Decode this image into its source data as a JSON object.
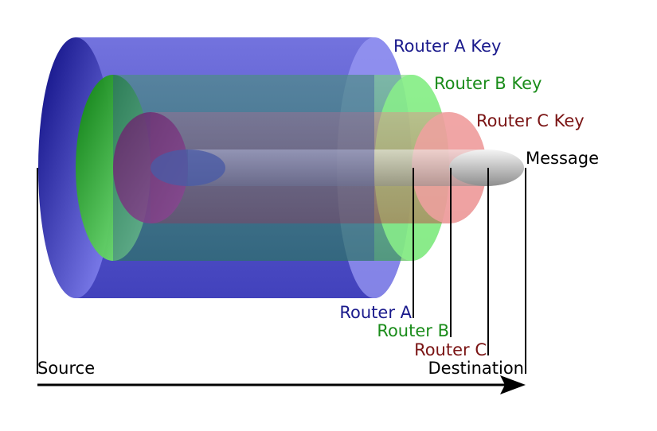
{
  "layers": [
    {
      "id": "a",
      "key_label": "Router A Key",
      "router_label": "Router A",
      "color": "#1a1a8c",
      "fill": "#2f2fc7",
      "light": "#8a8af0"
    },
    {
      "id": "b",
      "key_label": "Router B Key",
      "router_label": "Router B",
      "color": "#1a8c1a",
      "fill": "#2fbf2f",
      "light": "#8af08a"
    },
    {
      "id": "c",
      "key_label": "Router C Key",
      "router_label": "Router C",
      "color": "#7a1414",
      "fill": "#c73a3a",
      "light": "#f0a0a0"
    }
  ],
  "message": {
    "label": "Message",
    "color": "#000000",
    "fill": "#9a9a9a",
    "light": "#f2f2f2"
  },
  "axis": {
    "source_label": "Source",
    "destination_label": "Destination"
  }
}
